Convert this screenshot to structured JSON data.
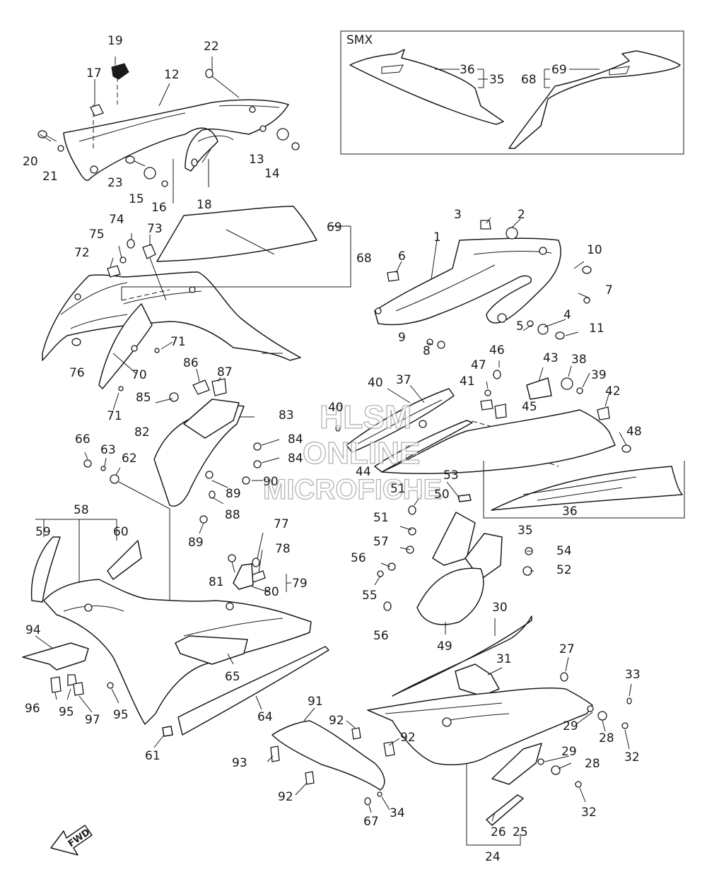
{
  "inset": {
    "label": "SMX"
  },
  "watermark": {
    "line1": "HLSM",
    "line2": "ONLINE",
    "line3": "MICROFICHE"
  },
  "direction": {
    "label": "FWD"
  },
  "callouts": {
    "n1": "1",
    "n2": "2",
    "n3": "3",
    "n4": "4",
    "n5": "5",
    "n6": "6",
    "n7": "7",
    "n8": "8",
    "n9": "9",
    "n10": "10",
    "n11": "11",
    "n12": "12",
    "n13": "13",
    "n14": "14",
    "n15": "15",
    "n16": "16",
    "n17": "17",
    "n18": "18",
    "n19": "19",
    "n20": "20",
    "n21": "21",
    "n22": "22",
    "n23": "23",
    "n24": "24",
    "n25": "25",
    "n26": "26",
    "n27": "27",
    "n28": "28",
    "n29": "29",
    "n30": "30",
    "n31": "31",
    "n32": "32",
    "n33": "33",
    "n34": "34",
    "n35": "35",
    "n36": "36",
    "n37": "37",
    "n38": "38",
    "n39": "39",
    "n40": "40",
    "n41": "41",
    "n42": "42",
    "n43": "43",
    "n44": "44",
    "n45": "45",
    "n46": "46",
    "n47": "47",
    "n48": "48",
    "n49": "49",
    "n50": "50",
    "n51": "51",
    "n52": "52",
    "n53": "53",
    "n54": "54",
    "n55": "55",
    "n56": "56",
    "n57": "57",
    "n58": "58",
    "n59": "59",
    "n60": "60",
    "n61": "61",
    "n62": "62",
    "n63": "63",
    "n64": "64",
    "n65": "65",
    "n66": "66",
    "n67": "67",
    "n68": "68",
    "n69": "69",
    "n70": "70",
    "n71": "71",
    "n72": "72",
    "n73": "73",
    "n74": "74",
    "n75": "75",
    "n76": "76",
    "n77": "77",
    "n78": "78",
    "n79": "79",
    "n80": "80",
    "n81": "81",
    "n82": "82",
    "n83": "83",
    "n84": "84",
    "n85": "85",
    "n86": "86",
    "n87": "87",
    "n88": "88",
    "n89": "89",
    "n90": "90",
    "n91": "91",
    "n92": "92",
    "n93": "93",
    "n94": "94",
    "n95": "95",
    "n96": "96",
    "n97": "97"
  }
}
